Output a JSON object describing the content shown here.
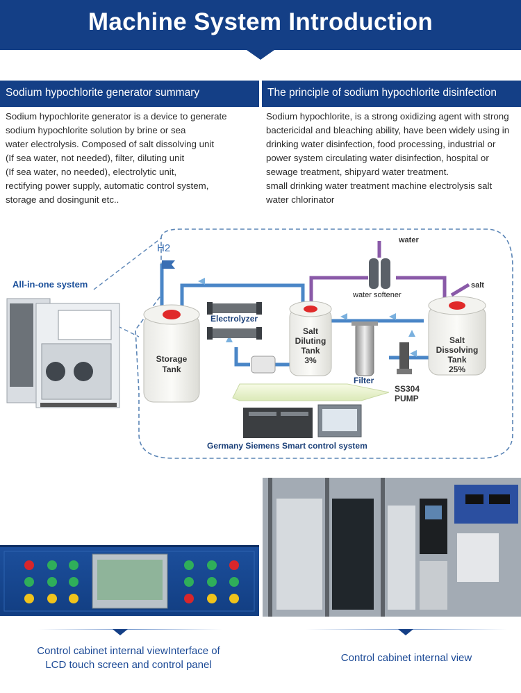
{
  "header": {
    "title": "Machine System Introduction"
  },
  "summary": {
    "heading": "Sodium hypochlorite generator summary",
    "lines": [
      "Sodium hypochlorite generator is a device to generate",
      "sodium hypochlorite solution by brine or sea",
      "water electrolysis. Composed of salt dissolving unit",
      "(If sea water, not needed), filter, diluting unit",
      "(If sea water, no needed), electrolytic unit,",
      "rectifying power supply, automatic control system,",
      "storage and dosingunit etc.."
    ]
  },
  "principle": {
    "heading": "The principle of sodium hypochlorite disinfection",
    "lines": [
      "Sodium hypochlorite, is a strong oxidizing agent with strong",
      "bactericidal and bleaching ability, have been widely using in",
      "drinking water disinfection, food processing, industrial or",
      "power system circulating water disinfection, hospital or",
      "sewage treatment, shipyard water treatment.",
      "small drinking water treatment machine electrolysis salt",
      "water chlorinator"
    ]
  },
  "diagram": {
    "all_in_one": "All-in-one system",
    "h2": "H2",
    "water": "water",
    "salt": "salt",
    "water_softener": "water softener",
    "electrolyzer": "Electrolyzer",
    "storage_tank": [
      "Storage",
      "Tank"
    ],
    "diluting_tank": [
      "Salt",
      "Diluting",
      "Tank",
      "3%"
    ],
    "dissolving_tank": [
      "Salt",
      "Dissolving",
      "Tank",
      "25%"
    ],
    "filter": "Filter",
    "pump": [
      "SS304",
      "PUMP"
    ],
    "control_system": "Germany Siemens Smart control system"
  },
  "captions": {
    "left": [
      "Control cabinet internal viewInterface of",
      "LCD touch screen and control panel"
    ],
    "right": "Control cabinet internal view"
  },
  "colors": {
    "brand_blue": "#143f86",
    "pipe_blue": "#4a86c7",
    "pipe_purple": "#8a5aa8",
    "cap_red": "#e02a2a"
  }
}
